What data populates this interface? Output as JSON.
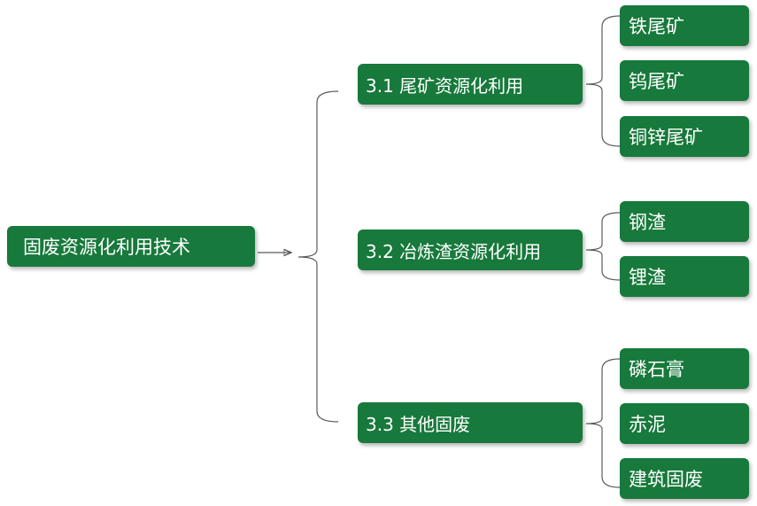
{
  "root": {
    "label": "固废资源化利用技术"
  },
  "branches": [
    {
      "label": "3.1 尾矿资源化利用",
      "children": [
        "铁尾矿",
        "钨尾矿",
        "铜锌尾矿"
      ]
    },
    {
      "label": "3.2 冶炼渣资源化利用",
      "children": [
        "钢渣",
        "锂渣"
      ]
    },
    {
      "label": "3.3 其他固废",
      "children": [
        "磷石膏",
        "赤泥",
        "建筑固废"
      ]
    }
  ],
  "colors": {
    "node_fill": "#17793b",
    "node_text": "#ffffff",
    "connector": "#5a5a5a"
  }
}
